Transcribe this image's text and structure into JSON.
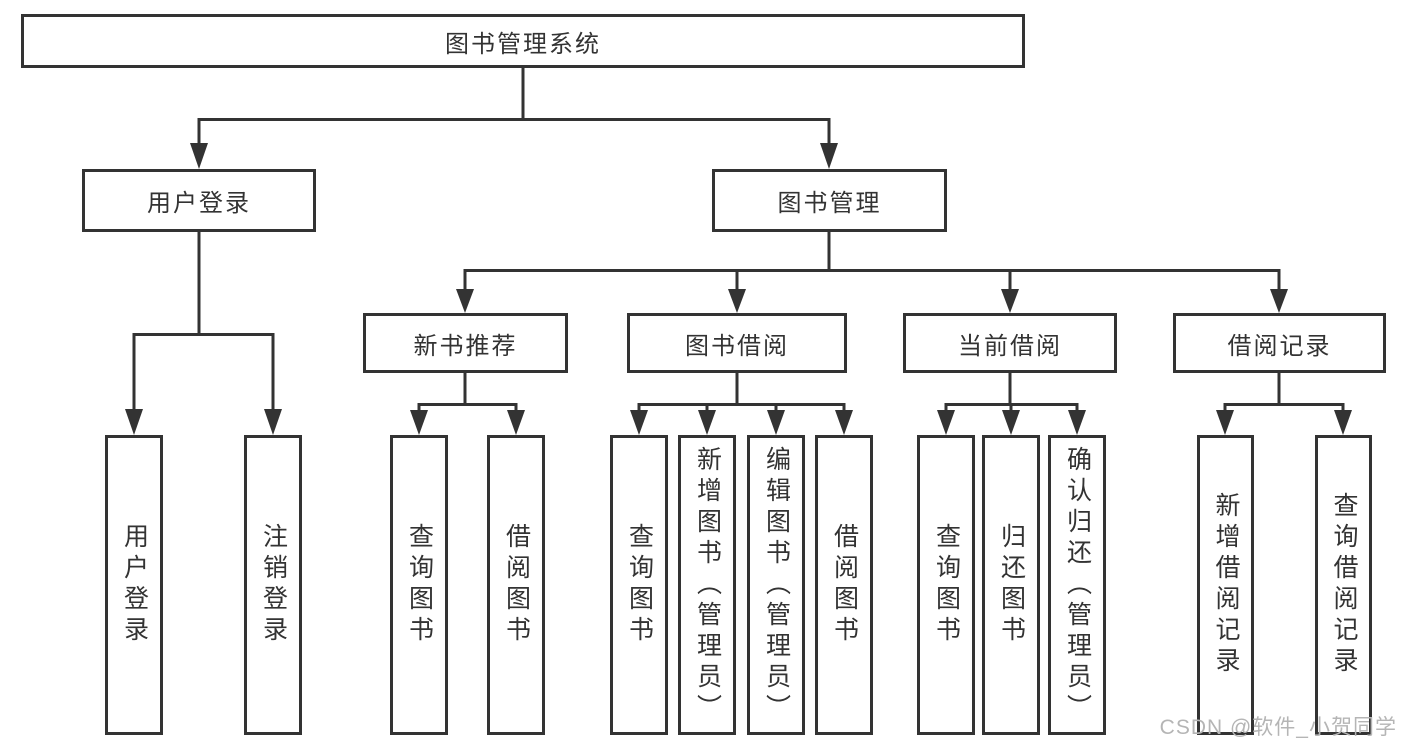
{
  "diagram": {
    "root": {
      "label": "图书管理系统"
    },
    "level2": [
      {
        "label": "用户登录"
      },
      {
        "label": "图书管理"
      }
    ],
    "level3": [
      {
        "label": "新书推荐"
      },
      {
        "label": "图书借阅"
      },
      {
        "label": "当前借阅"
      },
      {
        "label": "借阅记录"
      }
    ],
    "leaves": {
      "user_login": [
        {
          "label": "用户登录"
        },
        {
          "label": "注销登录"
        }
      ],
      "new_book": [
        {
          "label": "查询图书"
        },
        {
          "label": "借阅图书"
        }
      ],
      "book_borrow": [
        {
          "label": "查询图书"
        },
        {
          "label": "新增图书（管理员）"
        },
        {
          "label": "编辑图书（管理员）"
        },
        {
          "label": "借阅图书"
        }
      ],
      "current_borrow": [
        {
          "label": "查询图书"
        },
        {
          "label": "归还图书"
        },
        {
          "label": "确认归还（管理员）"
        }
      ],
      "borrow_records": [
        {
          "label": "新增借阅记录"
        },
        {
          "label": "查询借阅记录"
        }
      ]
    }
  },
  "watermark": {
    "text": "CSDN @软件_小贺同学"
  },
  "colors": {
    "line": "#333333",
    "box_border": "#333333",
    "box_fill": "#ffffff",
    "text": "#333333",
    "watermark": "#b5b5b5",
    "background": "#ffffff"
  }
}
